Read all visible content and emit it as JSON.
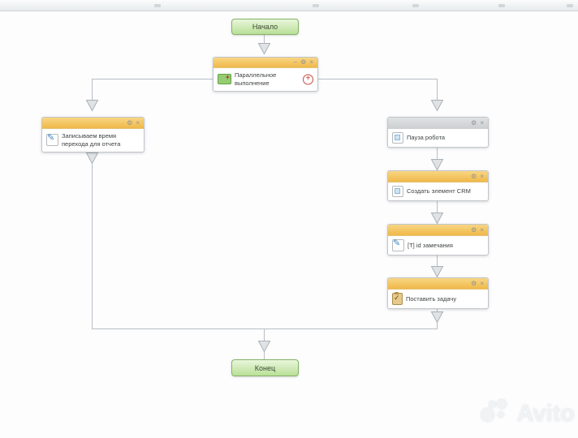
{
  "icons": {
    "gear": "⚙",
    "close": "×",
    "minimize": "−",
    "add_branch": "+",
    "pencil": "✎",
    "check": "✓",
    "plus_small": "+"
  },
  "flow": {
    "start_label": "Начало",
    "end_label": "Конец",
    "blocks": {
      "parallel": {
        "title": "Параллельное выполнение"
      },
      "record_time": {
        "title": "Записываем время перехода для отчета"
      },
      "pause_robot": {
        "title": "Пауза робота"
      },
      "create_crm": {
        "title": "Создать элемент CRM"
      },
      "t_id_note": {
        "title": "[T] id замечания"
      },
      "set_task": {
        "title": "Поставить задачу"
      }
    }
  },
  "watermark": {
    "text": "Avito"
  },
  "colors": {
    "header_orange": "#f2bc4a",
    "header_gray": "#d6d8d9",
    "node_green": "#cdeab0",
    "connector": "#b7bdc3",
    "accent_red": "#c64b40",
    "icon_blue": "#4a90c4"
  }
}
